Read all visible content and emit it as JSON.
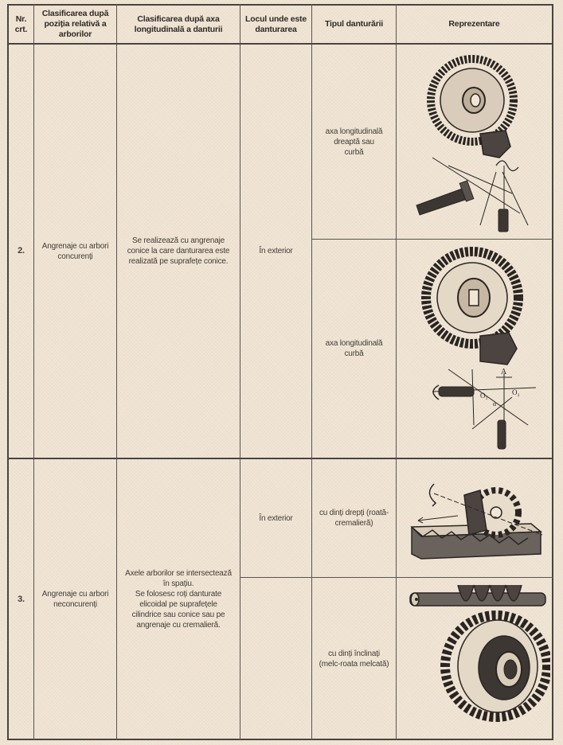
{
  "table": {
    "headers": [
      "Nr. crt.",
      "Clasificarea după poziția relativă a arborilor",
      "Clasificarea după axa longitudinală a danturii",
      "Locul unde este danturarea",
      "Tipul danturării",
      "Reprezentare"
    ],
    "rows": [
      {
        "nr": "2.",
        "position": "Angrenaje cu arbori concurenți",
        "axis": "Se realizează cu angrenaje conice la care danturarea este realizată pe suprafețe conice.",
        "location": "În exterior",
        "subrows": [
          {
            "type": "axa longitudinală dreaptă sau curbă",
            "image": "bevel-gear-straight-icon"
          },
          {
            "type": "axa longitudinală curbă",
            "image": "bevel-gear-spiral-icon",
            "labels": [
              "A",
              "O1",
              "O2",
              "α"
            ]
          }
        ]
      },
      {
        "nr": "3.",
        "position": "Angrenaje cu arbori neconcurenți",
        "axis_lines": [
          "Axele arborilor se intersectează în spațiu.",
          "Se folosesc roți danturate elicoidal pe suprafețele cilindrice sau conice sau pe angrenaje cu cremalieră."
        ],
        "subrows": [
          {
            "location": "În exterior",
            "type": "cu dinți drepți (roată-cremalieră)",
            "image": "rack-pinion-icon"
          },
          {
            "location": "",
            "type": "cu dinți înclinați (melc-roata melcată)",
            "image": "worm-gear-icon"
          }
        ]
      }
    ]
  },
  "colors": {
    "background": "#f1e6d6",
    "border": "#4a4440",
    "text": "#3a3430"
  }
}
